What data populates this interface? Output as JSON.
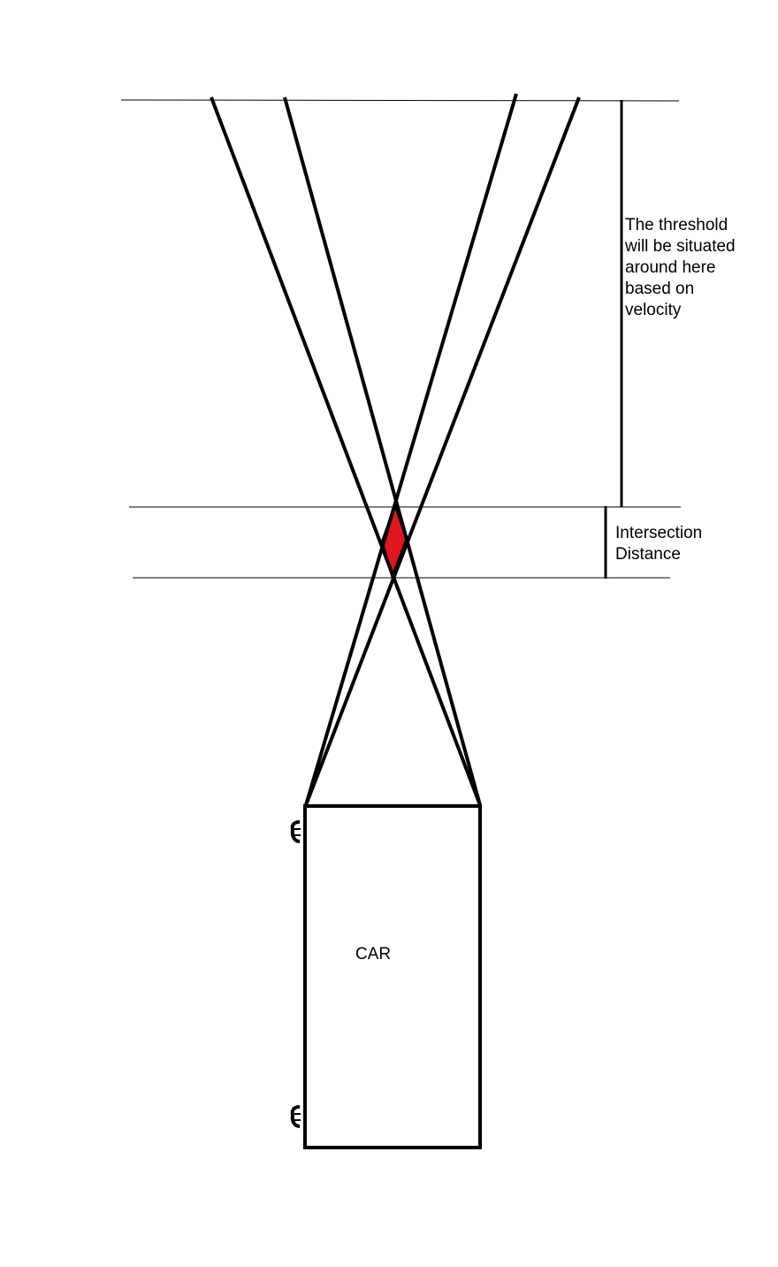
{
  "labels": {
    "threshold": "The threshold\nwill be situated\naround here\nbased on\nvelocity",
    "intersection_distance": "Intersection\nDistance",
    "car": "CAR"
  },
  "colors": {
    "stroke": "#000000",
    "intersection_fill": "#e0161f",
    "background": "#ffffff"
  }
}
